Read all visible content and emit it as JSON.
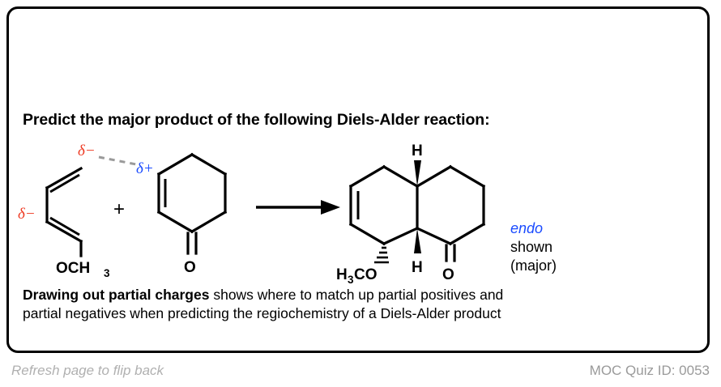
{
  "card": {
    "border_color": "#000000"
  },
  "prompt": {
    "title": "Predict the major product of the following Diels-Alder reaction:"
  },
  "scheme": {
    "reactants": {
      "diene": {
        "name": "1-methoxy-1,3-butadiene",
        "substituent_label": "OCH",
        "substituent_sub": "3",
        "partial_charge_top": "δ−",
        "partial_charge_bottom": "δ−",
        "charge_color": "#ee3b24"
      },
      "plus_symbol": "+",
      "dienophile": {
        "name": "2-cyclohexen-1-one",
        "carbonyl_label": "O",
        "partial_charge": "δ+",
        "charge_color": "#1a4bff"
      },
      "interaction_line": "dashed-gray-link"
    },
    "arrow": {
      "name": "reaction-arrow",
      "direction": "right"
    },
    "product": {
      "name": "cis-fused octahydronaphthalenone",
      "methoxy_label": "H",
      "methoxy_sub": "3",
      "methoxy_label2": "CO",
      "hydrogen_top": "H",
      "hydrogen_bottom": "H",
      "carbonyl_label": "O",
      "annotation": {
        "line1": "endo",
        "line1_color": "#1a4bff",
        "line2": "shown",
        "line3": "(major)"
      }
    }
  },
  "explanation": {
    "bold_part": "Drawing out partial charges",
    "rest": " shows where to match up partial positives and partial negatives when predicting the regiochemistry of a Diels-Alder product"
  },
  "footer": {
    "left": "Refresh page to flip back",
    "right": "MOC Quiz ID: 0053"
  }
}
